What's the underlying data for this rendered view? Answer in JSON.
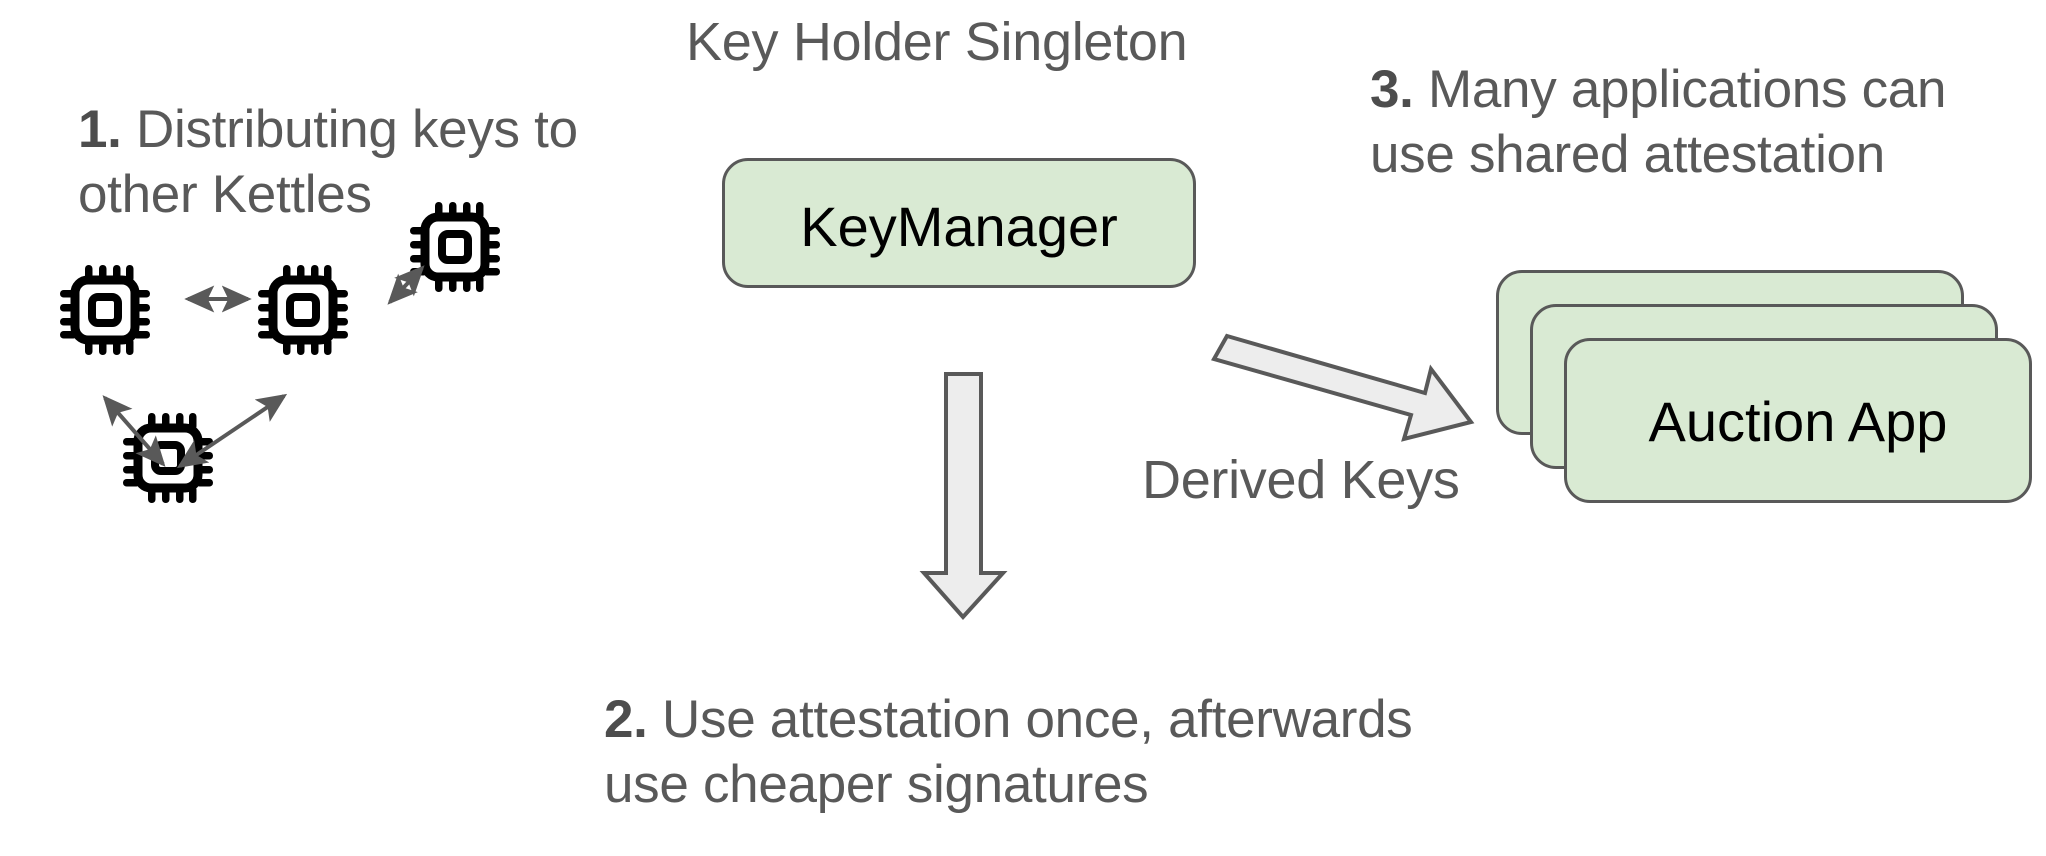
{
  "diagram": {
    "title": "Key Holder Singleton",
    "notes": [
      {
        "id": "1",
        "marker": "1.",
        "text": " Distributing keys to\nother Kettles"
      },
      {
        "id": "2",
        "marker": "2.",
        "text": " Use attestation once, afterwards\nuse cheaper signatures"
      },
      {
        "id": "3",
        "marker": "3.",
        "text": " Many applications can\nuse shared attestation"
      }
    ],
    "nodes": {
      "key_manager": "KeyManager",
      "auction_app": "Auction App"
    },
    "edge_labels": {
      "derived_keys": "Derived Keys"
    },
    "kettles": {
      "icon": "cpu-chip-icon",
      "count": 4,
      "link_count": 4
    },
    "colors": {
      "box_fill": "#d9ead3",
      "box_stroke": "#595959",
      "arrow_fill": "#ededed",
      "arrow_stroke": "#595959",
      "text_gray": "#595959",
      "text_dark": "#4d4d4d",
      "chip_black": "#000000",
      "link_gray": "#595959",
      "background": "#ffffff"
    }
  }
}
